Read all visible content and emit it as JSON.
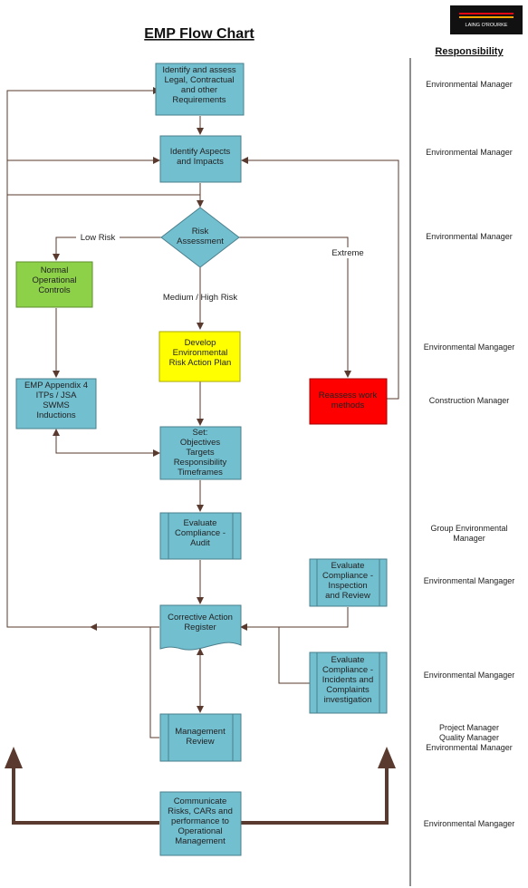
{
  "title": "EMP Flow Chart",
  "responsibility_header": "Responsibility",
  "logo_text": "LAING O'ROURKE",
  "colors": {
    "step": "#72bfd0",
    "normal": "#8cd148",
    "develop": "#ffff00",
    "reassess": "#ff0000",
    "arrow": "#5a3a2e"
  },
  "nodes": {
    "identify_legal": [
      "Identify and assess",
      "Legal, Contractual",
      "and other",
      "Requirements"
    ],
    "identify_aspects": [
      "Identify Aspects",
      "and Impacts"
    ],
    "risk": [
      "Risk",
      "Assessment"
    ],
    "normal": [
      "Normal",
      "Operational",
      "Controls"
    ],
    "develop": [
      "Develop",
      "Environmental",
      "Risk Action Plan"
    ],
    "reassess": [
      "Reassess work",
      "methods"
    ],
    "emp": [
      "EMP Appendix 4",
      "ITPs / JSA",
      "SWMS",
      "Inductions"
    ],
    "set": [
      "Set:",
      "Objectives",
      "Targets",
      "Responsibility",
      "Timeframes"
    ],
    "audit": [
      "Evaluate",
      "Compliance -",
      "Audit"
    ],
    "inspection": [
      "Evaluate",
      "Compliance -",
      "Inspection",
      "and Review"
    ],
    "register": [
      "Corrective Action",
      "Register"
    ],
    "incidents": [
      "Evaluate",
      "Compliance -",
      "Incidents and",
      "Complaints",
      "investigation"
    ],
    "review": [
      "Management",
      "Review"
    ],
    "communicate": [
      "Communicate",
      "Risks, CARs and",
      "performance to",
      "Operational",
      "Management"
    ]
  },
  "edge_labels": {
    "low": "Low Risk",
    "medium": "Medium / High Risk",
    "extreme": "Extreme"
  },
  "responsibilities": [
    [
      "Environmental Manager"
    ],
    [
      "Environmental Manager"
    ],
    [
      "Environmental Manager"
    ],
    [
      "Environmental Mangager"
    ],
    [
      "Construction Manager"
    ],
    [
      "Group Environmental",
      "Manager"
    ],
    [
      "Environmental Mangager"
    ],
    [
      "Environmental Mangager"
    ],
    [
      "Project Manager",
      "Quality Manager",
      "Environmental Manager"
    ],
    [
      "Environmental Mangager"
    ]
  ]
}
